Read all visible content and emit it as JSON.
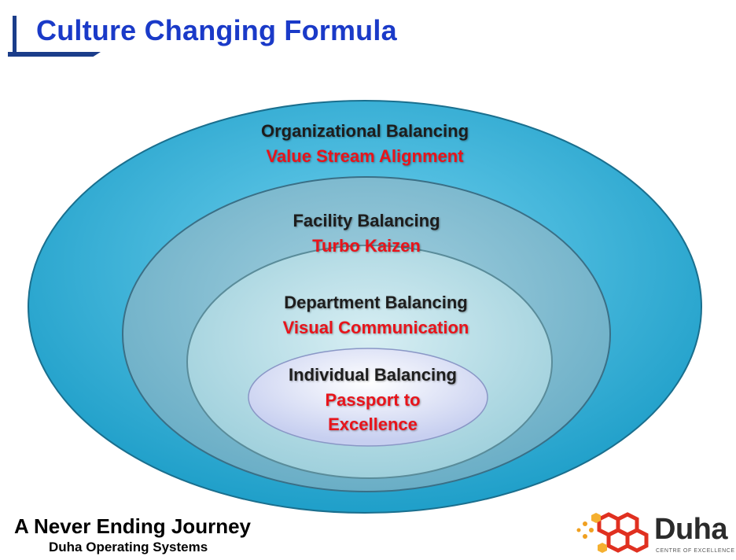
{
  "title": "Culture Changing Formula",
  "rings": [
    {
      "heading": "Organizational Balancing",
      "subheading": "Value Stream Alignment",
      "color": "#3bb7db"
    },
    {
      "heading": "Facility  Balancing",
      "subheading": "Turbo Kaizen",
      "color": "#7fb6cc"
    },
    {
      "heading": "Department Balancing",
      "subheading": "Visual Communication",
      "color": "#b9dde6"
    },
    {
      "heading": "Individual Balancing",
      "subheading_line1": "Passport to",
      "subheading_line2": "Excellence",
      "color": "#e6eaf6"
    }
  ],
  "footer": {
    "main": "A Never Ending Journey",
    "sub": "Duha Operating Systems"
  },
  "logo": {
    "name": "Duha",
    "tagline": "CENTRE OF EXCELLENCE"
  }
}
